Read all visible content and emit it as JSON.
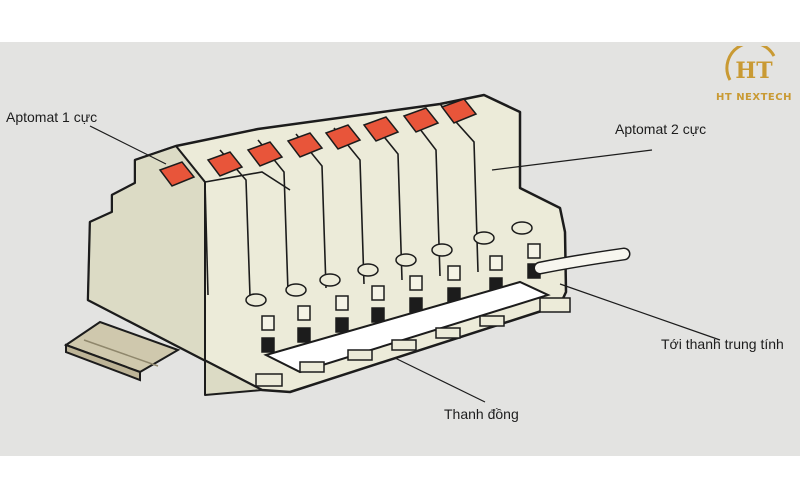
{
  "labels": {
    "single_pole": "Aptomat 1 cực",
    "double_pole": "Aptomat 2 cực",
    "to_neutral_bar": "Tới thanh trung tính",
    "copper_bar": "Thanh đồng"
  },
  "logo": {
    "text": "HT NEXTECH",
    "icon": "ht-nextech-logo-icon",
    "color": "#c99a33"
  },
  "colors": {
    "background": "#e3e3e1",
    "breaker_body": "#ecebd9",
    "outline": "#1c1c1c",
    "toggle": "#e8553a",
    "din_rail": "#c9c1a5"
  }
}
